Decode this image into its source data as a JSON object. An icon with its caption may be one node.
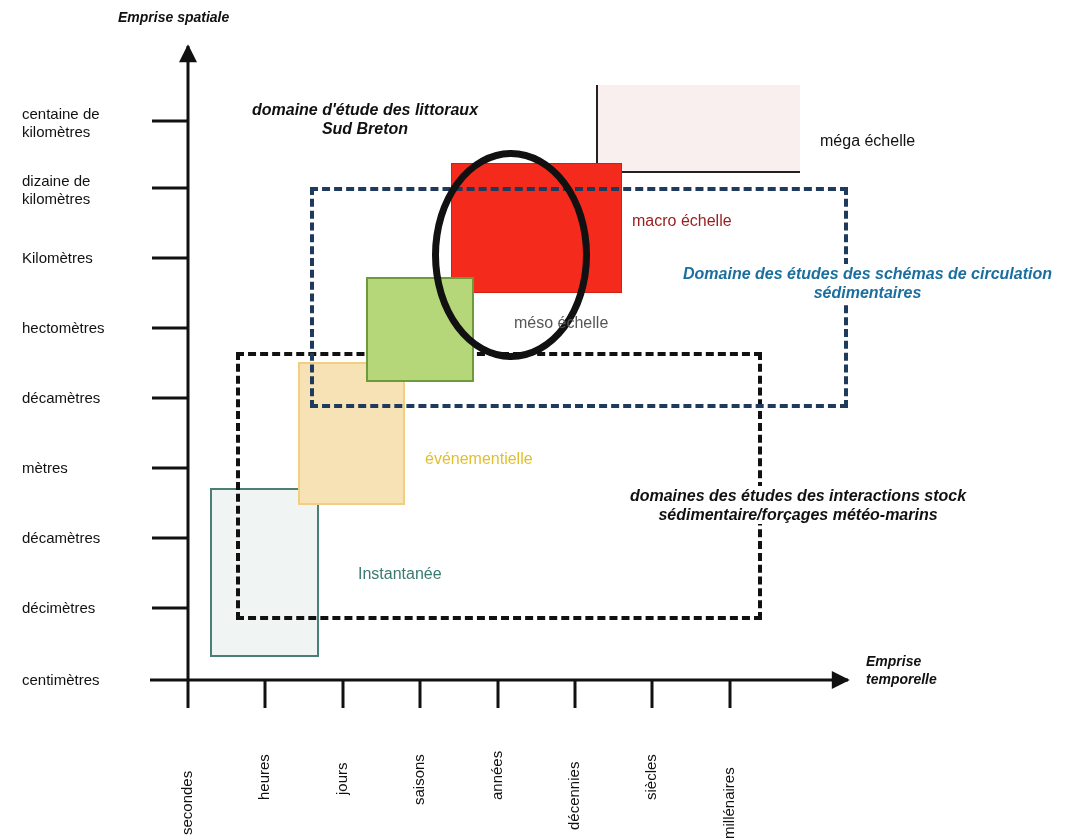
{
  "diagram": {
    "nodes": [
      {
        "text": [
          "Domaine des études des schémas de circulation sédimentaires"
        ]
      },
      {
        "text": [
          "domaines des études des interactions stock sédimentaire/forçages météo-marins"
        ]
      },
      {
        "text": [
          "domaine d'étude des littoraux Sud Breton"
        ]
      },
      {
        "text": [],
        "shape": "box"
      },
      {
        "text": [],
        "shape": "box"
      },
      {
        "text": [],
        "shape": "box",
        "in": 0
      },
      {
        "text": [],
        "shape": "box",
        "in": 1
      },
      {
        "text": [],
        "shape": "box"
      }
    ],
    "edges": [],
    "labels": [
      "Emprise spatiale",
      "centaine de kilomètres",
      "dizaine de kilomètres",
      "Kilomètres",
      "hectomètres",
      "décamètres",
      "mètres",
      "décamètres",
      "décimètres",
      "centimètres",
      "Emprise temporelle",
      "secondes",
      "heures",
      "jours",
      "saisons",
      "années",
      "décennies",
      "siècles",
      "millénaires",
      "méga échelle",
      "macro échelle",
      "méso échelle",
      "événementielle",
      "Instantanée"
    ]
  }
}
